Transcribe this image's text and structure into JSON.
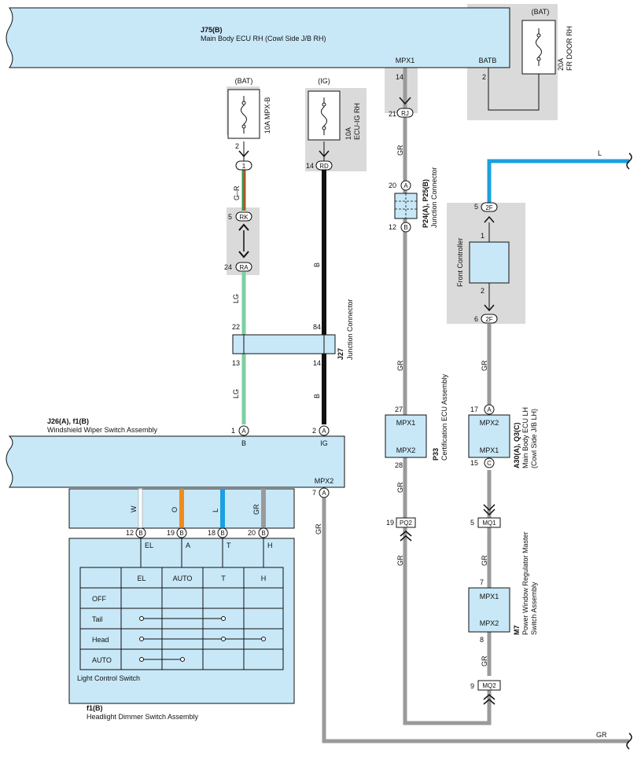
{
  "components": {
    "j75": {
      "code": "J75(B)",
      "name": "Main Body ECU RH (Cowl Side J/B RH)",
      "pin_mpx1": "MPX1",
      "pin_batb": "BATB"
    },
    "fr_door_fuse": {
      "source": "(BAT)",
      "rating": "20A",
      "name": "FR DOOR RH",
      "pin": "2"
    },
    "mpx_b_fuse": {
      "source": "(BAT)",
      "rating": "10A",
      "name": "MPX-B"
    },
    "ecu_ig_fuse": {
      "source": "(IG)",
      "rating": "10A",
      "name": "ECU-IG RH"
    },
    "p24": {
      "code": "P24(A), P25(B)",
      "name": "Junction Connector"
    },
    "j27": {
      "code": "J27",
      "name": "Junction Connector"
    },
    "front_controller": {
      "name": "Front Controller"
    },
    "j26": {
      "code": "J26(A), f1(B)",
      "name": "Windshield Wiper Switch Assembly",
      "pin_b": "B",
      "pin_ig": "IG",
      "pin_mpx2": "MPX2"
    },
    "p33": {
      "code": "P33",
      "name": "Certification ECU Assembly",
      "pin_top": "MPX1",
      "pin_bot": "MPX2"
    },
    "a30": {
      "code": "A30(A), Q3(C)",
      "name": "Main Body ECU LH",
      "sub": "(Cowl Side J/B LH)",
      "pin_top": "MPX2",
      "pin_bot": "MPX1"
    },
    "m7": {
      "code": "M7",
      "name": "Power Window Regulator Master",
      "sub": "Switch Assembly",
      "pin_top": "MPX1",
      "pin_bot": "MPX2"
    },
    "f1": {
      "code": "f1(B)",
      "name": "Headlight Dimmer Switch Assembly"
    }
  },
  "connectors": {
    "rj": "RJ",
    "rd": "RD",
    "rk": "RK",
    "ra": "RA",
    "c1": "1",
    "a": "A",
    "b": "B",
    "c": "C",
    "f2": "2F",
    "pq2": "PQ2",
    "mq1": "MQ1",
    "mq2": "MQ2"
  },
  "pins": {
    "mpx1_14": "14",
    "rj_21": "21",
    "bat_2": "2",
    "rd_14": "14",
    "rk_5": "5",
    "ra_24": "24",
    "j27_22": "22",
    "j27_13": "13",
    "j27_84": "84",
    "j27_14": "14",
    "j26_1": "1",
    "j26_2": "2",
    "j26_7": "7",
    "p24_20": "20",
    "p24_12": "12",
    "f2_5": "5",
    "fc_1": "1",
    "fc_2": "2",
    "f2_6": "6",
    "p33_27": "27",
    "p33_28": "28",
    "pq2_19": "19",
    "a30_17": "17",
    "a30_15": "15",
    "mq1_5": "5",
    "m7_7": "7",
    "m7_8": "8",
    "mq2_9": "9",
    "sw_12": "12",
    "sw_19": "19",
    "sw_18": "18",
    "sw_20": "20"
  },
  "wires": {
    "gr": "GR",
    "gr_r": "G–R",
    "lg": "LG",
    "b": "B",
    "l": "L",
    "w": "W",
    "o": "O"
  },
  "switch_table": {
    "title": "Light Control Switch",
    "columns": [
      "EL",
      "AUTO",
      "T",
      "H"
    ],
    "rows": [
      "OFF",
      "Tail",
      "Head",
      "AUTO"
    ],
    "terminals": [
      "EL",
      "A",
      "T",
      "H"
    ]
  },
  "colors": {
    "component_fill": "#c8e8f8",
    "grey_box": "#dadada",
    "wire_lg": "#7fcfa0",
    "wire_b": "#111111",
    "wire_gr": "#9a9a9a",
    "wire_l": "#1aa0e0",
    "wire_o": "#f08a1c",
    "wire_w": "#ffffff"
  }
}
